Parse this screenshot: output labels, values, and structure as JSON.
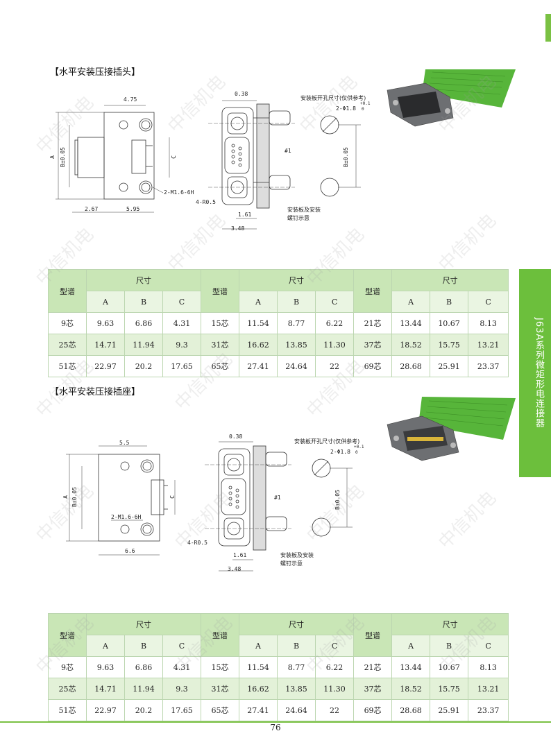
{
  "section1": {
    "title": "【水平安装压接插头】"
  },
  "section2": {
    "title": "【水平安装压接插座】"
  },
  "side_tab": {
    "label": "J63A系列微矩形电连接器"
  },
  "page_number": "76",
  "watermark": "中信机电",
  "drawing1": {
    "dims": [
      "4.75",
      "A",
      "B±0.05",
      "C",
      "2-M1.6-6H",
      "2.67",
      "5.95"
    ],
    "side_dims": [
      "0.38",
      "#1",
      "4-R0.5",
      "1.61",
      "3.48",
      "安装板及安装",
      "螺钉示意"
    ],
    "panel": {
      "label": "安装板开孔尺寸(仅供参考)",
      "hole": "2-Φ1.8",
      "tol": "+0.1",
      "tol0": "0",
      "dim": "B±0.05"
    }
  },
  "drawing2": {
    "dims": [
      "5.5",
      "A",
      "B±0.05",
      "C",
      "2-M1.6-6H",
      "6.6"
    ],
    "side_dims": [
      "0.38",
      "#1",
      "4-R0.5",
      "1.61",
      "3.48",
      "安装板及安装",
      "螺钉示意"
    ],
    "panel": {
      "label": "安装板开孔尺寸(仅供参考)",
      "hole": "2-Φ1.8",
      "tol": "+0.1",
      "tol0": "0",
      "dim": "B±0.05"
    }
  },
  "table": {
    "model_label": "型谱",
    "size_label": "尺寸",
    "cols": [
      "A",
      "B",
      "C"
    ],
    "rows": [
      [
        [
          "9芯",
          "9.63",
          "6.86",
          "4.31"
        ],
        [
          "15芯",
          "11.54",
          "8.77",
          "6.22"
        ],
        [
          "21芯",
          "13.44",
          "10.67",
          "8.13"
        ]
      ],
      [
        [
          "25芯",
          "14.71",
          "11.94",
          "9.3"
        ],
        [
          "31芯",
          "16.62",
          "13.85",
          "11.30"
        ],
        [
          "37芯",
          "18.52",
          "15.75",
          "13.21"
        ]
      ],
      [
        [
          "51芯",
          "22.97",
          "20.2",
          "17.65"
        ],
        [
          "65芯",
          "27.41",
          "24.64",
          "22"
        ],
        [
          "69芯",
          "28.68",
          "25.91",
          "23.37"
        ]
      ]
    ]
  },
  "colors": {
    "accent": "#6cbf3c",
    "header": "#c9e6b6",
    "row_alt": "#e3f1d8"
  }
}
